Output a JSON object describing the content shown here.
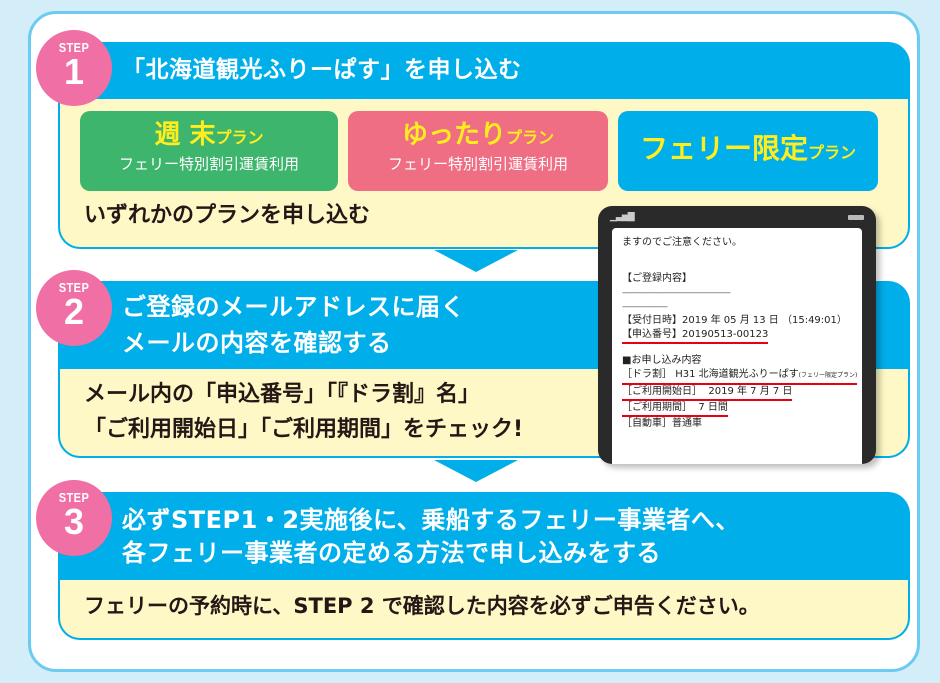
{
  "colors": {
    "background": "#d4eef9",
    "card_border": "#6ccbf0",
    "step_header": "#00aeea",
    "step_body": "#fdf8c6",
    "badge": "#f06fa5",
    "plan_weekend": "#3db56d",
    "plan_relaxed": "#f06e83",
    "plan_ferry": "#00aeea",
    "plan_name_text": "#ffed1e",
    "underline": "#e60012"
  },
  "steps": [
    {
      "badge_label": "STEP",
      "number": "1",
      "title": "「北海道観光ふりーぱす」を申し込む",
      "plans": [
        {
          "name": "週 末",
          "suffix": "プラン",
          "sub": "フェリー特別割引運賃利用"
        },
        {
          "name": "ゆったり",
          "suffix": "プラン",
          "sub": "フェリー特別割引運賃利用"
        },
        {
          "name": "フェリー限定",
          "suffix": "プラン",
          "sub": ""
        }
      ],
      "instruction": "いずれかのプランを申し込む"
    },
    {
      "badge_label": "STEP",
      "number": "2",
      "title_lines": [
        "ご登録のメールアドレスに届く",
        "メールの内容を確認する"
      ],
      "instruction_lines": [
        "メール内の「申込番号」「『ドラ割』名」",
        "「ご利用開始日」「ご利用期間」をチェック!"
      ]
    },
    {
      "badge_label": "STEP",
      "number": "3",
      "title_lines": [
        "必ずSTEP1・2実施後に、乗船するフェリー事業者へ、",
        "各フェリー事業者の定める方法で申し込みをする"
      ],
      "instruction": "フェリーの予約時に、STEP 2 で確認した内容を必ずご申告ください。"
    }
  ],
  "phone": {
    "signal": "▁▃▅▇",
    "email": {
      "intro": "ますのでご注意ください。",
      "section_header": "【ご登録内容】",
      "dash_long": "------------------------------------------------",
      "dash_short": "--------------------",
      "received_label": "【受付日時】",
      "received_value": "2019 年 05 月 13 日 （15:49:01）",
      "app_number_label": "【申込番号】",
      "app_number_value": "20190513-00123",
      "details_header": "■お申し込み内容",
      "dora_label": "［ドラ割］",
      "dora_value": "H31 北海道観光ふりーぱす",
      "dora_plan": "(フェリー限定プラン)",
      "start_label": "［ご利用開始日］",
      "start_value": "2019 年 7 月 7 日",
      "period_label": "［ご利用期間］",
      "period_value": "7 日間",
      "vehicle_label": "［自動車］",
      "vehicle_value": "普通車"
    }
  }
}
